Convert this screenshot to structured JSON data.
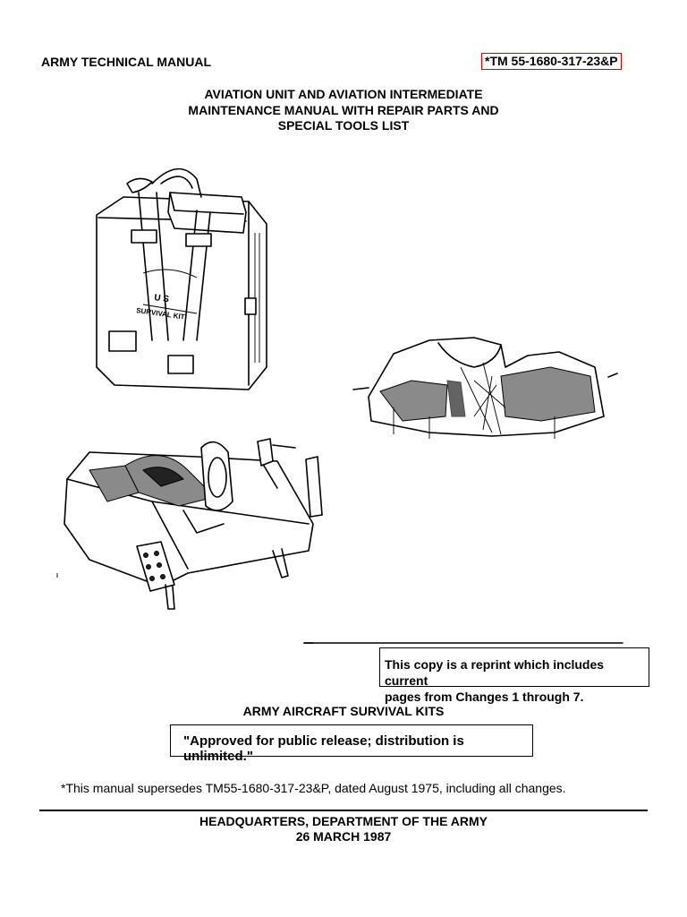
{
  "header": {
    "left": "ARMY TECHNICAL MANUAL",
    "right": "*TM 55-1680-317-23&P"
  },
  "title_lines": [
    "AVIATION UNIT AND AVIATION INTERMEDIATE",
    "MAINTENANCE MANUAL WITH REPAIR PARTS AND",
    "SPECIAL TOOLS LIST"
  ],
  "illustration": {
    "kit_label_line1": "U S",
    "kit_label_line2": "SURVIVAL KIT"
  },
  "reprint_notice": {
    "line1": "This copy is a reprint which includes current",
    "line2": "pages from Changes 1 through 7."
  },
  "subject": "ARMY AIRCRAFT SURVIVAL KITS",
  "distribution": "\"Approved for public release; distribution is unlimited.\"",
  "supersedes": "*This manual supersedes TM55-1680-317-23&P,  dated August 1975,  including all changes.",
  "footer": {
    "line1": "HEADQUARTERS,  DEPARTMENT OF THE ARMY",
    "line2": "26 MARCH 1987"
  },
  "colors": {
    "header_box_border": "#d40000",
    "text": "#000000",
    "background": "#ffffff"
  }
}
